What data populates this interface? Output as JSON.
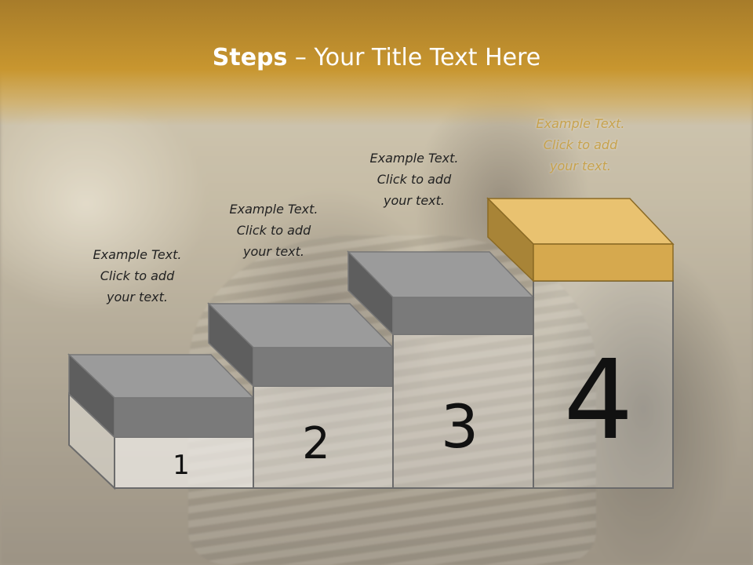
{
  "slide": {
    "title_bold": "Steps",
    "title_rest": " – Your Title Text Here"
  },
  "steps": [
    {
      "number": "1",
      "line1": "Example Text.",
      "line2": "Click  to add",
      "line3": "your text."
    },
    {
      "number": "2",
      "line1": "Example Text.",
      "line2": "Click  to add",
      "line3": "your text."
    },
    {
      "number": "3",
      "line1": "Example Text.",
      "line2": "Click  to add",
      "line3": "your text."
    },
    {
      "number": "4",
      "line1": "Example Text.",
      "line2": "Click  to add",
      "line3": "your text."
    }
  ],
  "colors": {
    "title_band": "#c8962f",
    "block_gray_front": "#7a7a7a",
    "block_gray_top": "#9a9a9a",
    "block_gold_front": "#d6a94e",
    "block_gold_top": "#e9c270"
  }
}
